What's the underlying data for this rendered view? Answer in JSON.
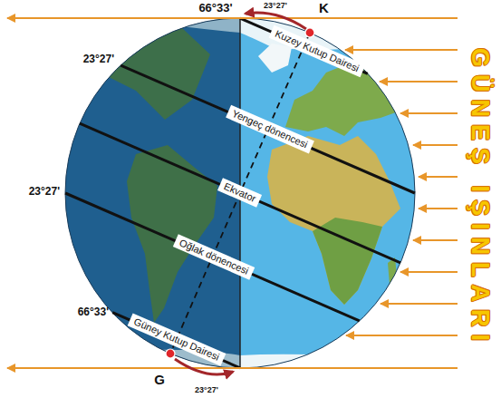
{
  "diagram": {
    "nodes": [
      {
        "text": [
          "Kuzey Kutup Dairesi"
        ]
      },
      {
        "text": [
          "Yengeç dönencesi"
        ]
      },
      {
        "text": [
          "Ekvator"
        ]
      },
      {
        "text": [
          "Oğlak dönencesi"
        ]
      },
      {
        "text": [
          "Güney Kutup Dairesi"
        ]
      }
    ],
    "labels": [
      "66°33'",
      "23°27'",
      "K",
      "23°27'",
      "23°27'",
      "66°33'",
      "G",
      "23°27'",
      "GÜNEŞ IŞINLARI"
    ]
  }
}
